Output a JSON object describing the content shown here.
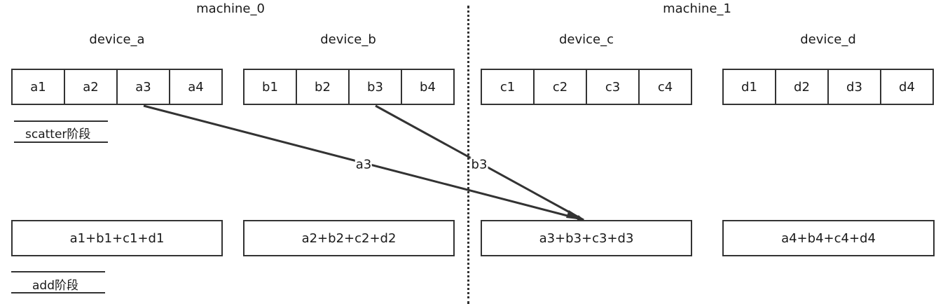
{
  "machines": [
    {
      "name": "machine_0"
    },
    {
      "name": "machine_1"
    }
  ],
  "devices": [
    {
      "name": "device_a",
      "cells": [
        "a1",
        "a2",
        "a3",
        "a4"
      ],
      "sum": "a1+b1+c1+d1"
    },
    {
      "name": "device_b",
      "cells": [
        "b1",
        "b2",
        "b3",
        "b4"
      ],
      "sum": "a2+b2+c2+d2"
    },
    {
      "name": "device_c",
      "cells": [
        "c1",
        "c2",
        "c3",
        "c4"
      ],
      "sum": "a3+b3+c3+d3"
    },
    {
      "name": "device_d",
      "cells": [
        "d1",
        "d2",
        "d3",
        "d4"
      ],
      "sum": "a4+b4+c4+d4"
    }
  ],
  "stages": {
    "scatter": "scatter阶段",
    "add": "add阶段"
  },
  "arrows": [
    {
      "label": "a3",
      "from": "device_a.a3",
      "to": "device_c.sum"
    },
    {
      "label": "b3",
      "from": "device_b.b3",
      "to": "device_c.sum"
    }
  ]
}
